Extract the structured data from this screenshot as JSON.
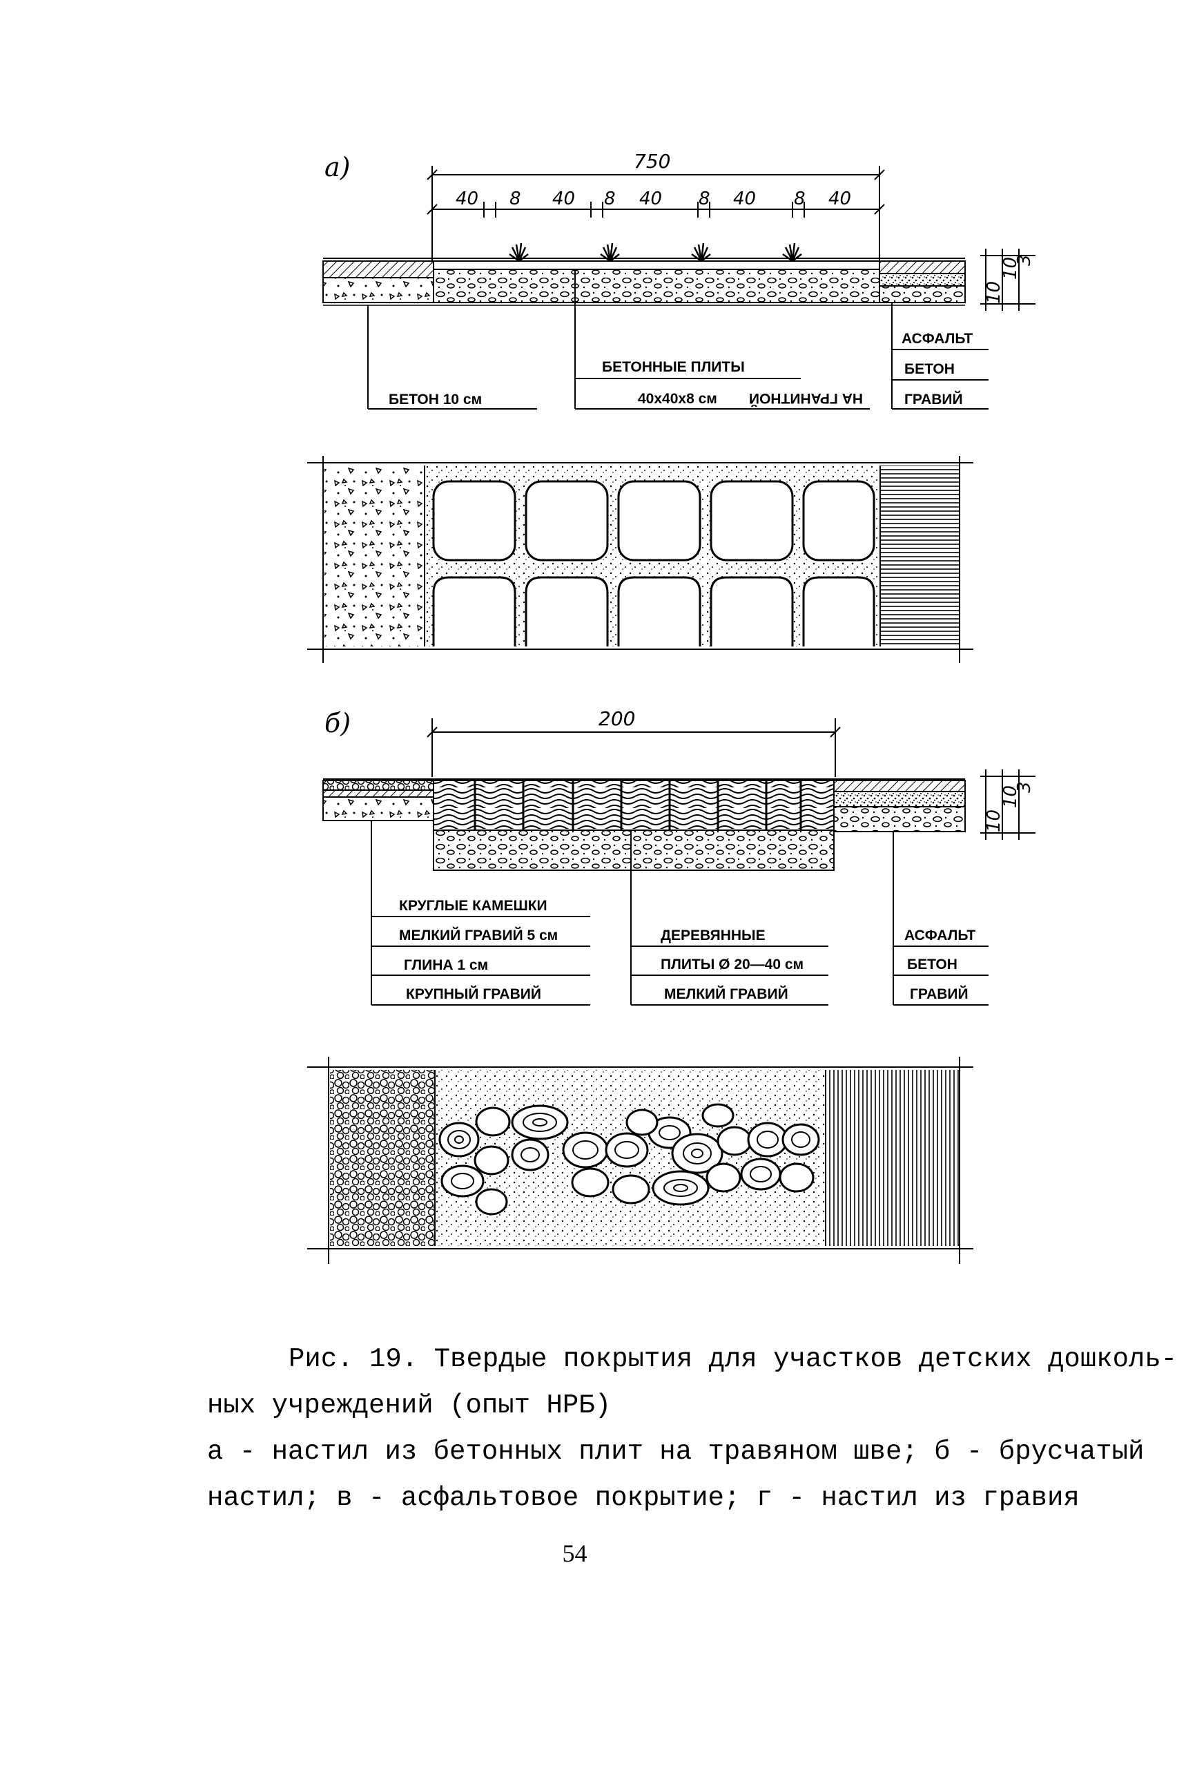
{
  "figure": {
    "panel_a": {
      "letter": "а)",
      "overall_dimension": "750",
      "segment_dimensions": [
        "40",
        "8",
        "40",
        "8",
        "40",
        "8",
        "40",
        "8",
        "40"
      ],
      "thickness_dims": [
        "10",
        "10",
        "3"
      ],
      "labels": {
        "left": "БЕТОН 10 см",
        "center_top": "БЕТОННЫЕ ПЛИТЫ",
        "center_bottom": "40х40х8 см",
        "center_extra": "НА ГРАНИТНОЙ",
        "right": [
          "АСФАЛЬТ",
          "БЕТОН",
          "ГРАВИЙ"
        ]
      }
    },
    "panel_b": {
      "letter": "б)",
      "overall_dimension": "200",
      "thickness_dims": [
        "10",
        "10",
        "3"
      ],
      "labels": {
        "left": [
          "КРУГЛЫЕ КАМЕШКИ",
          "МЕЛКИЙ ГРАВИЙ 5 см",
          "ГЛИНА 1 см",
          "КРУПНЫЙ ГРАВИЙ"
        ],
        "center": [
          "ДЕРЕВЯННЫЕ",
          "ПЛИТЫ Ø 20—40 см",
          "МЕЛКИЙ ГРАВИЙ"
        ],
        "right": [
          "АСФАЛЬТ",
          "БЕТОН",
          "ГРАВИЙ"
        ]
      }
    }
  },
  "caption": {
    "line1": "Рис. 19. Твердые покрытия для участков детских дошколь-",
    "line2": "ных учреждений (опыт НРБ)",
    "line3": "а - настил из бетонных плит на травяном шве; б - брусчатый",
    "line4": "настил; в - асфальтовое покрытие; г - настил из гравия"
  },
  "page_number": "54"
}
